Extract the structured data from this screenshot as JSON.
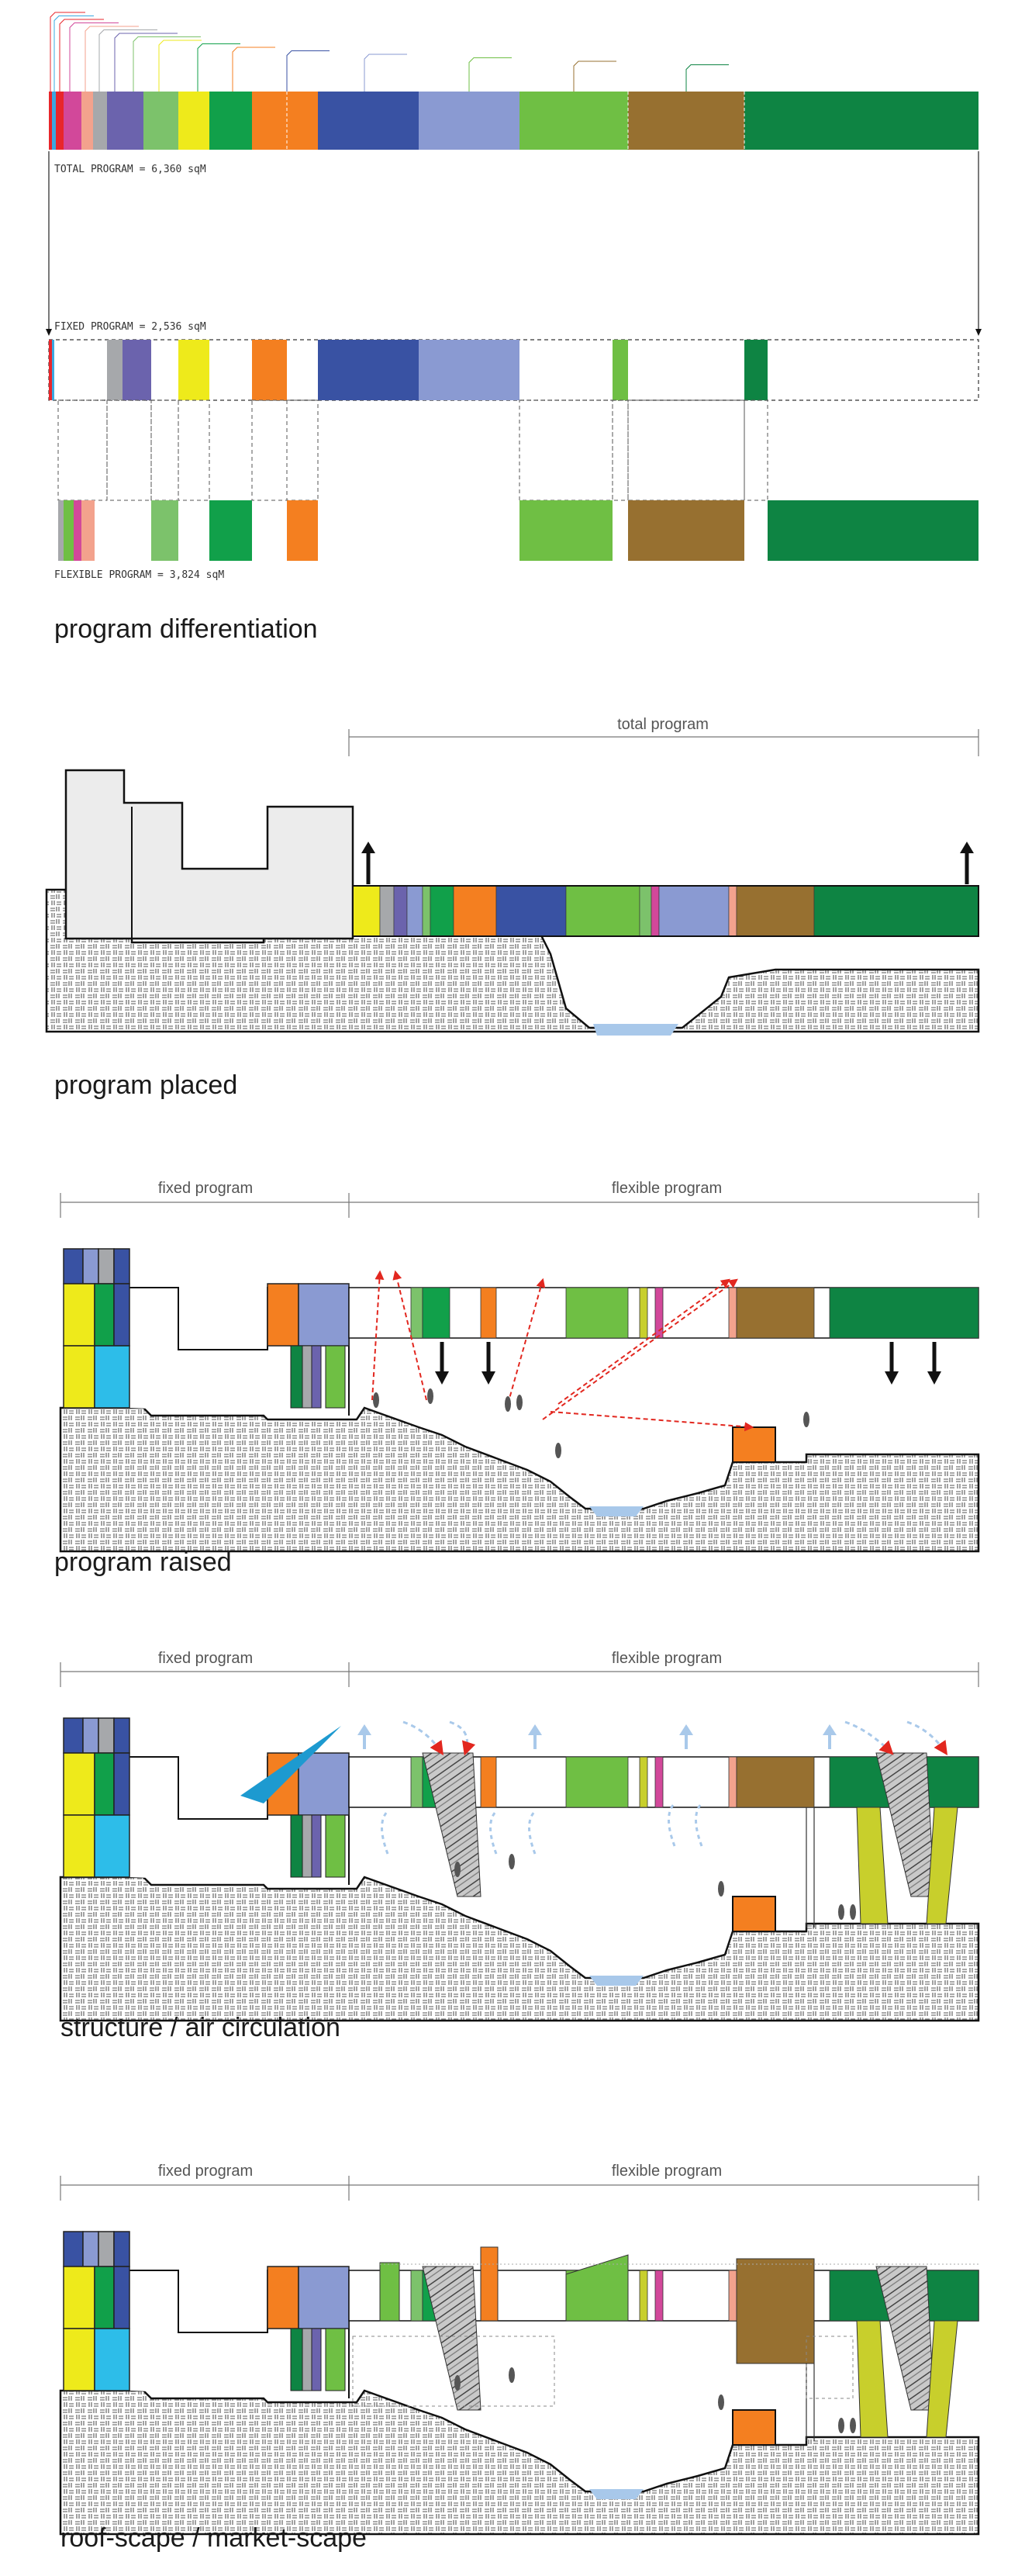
{
  "colors": {
    "red": "#e8262b",
    "blue_lt": "#3aa8e0",
    "magenta": "#d2489a",
    "salmon": "#f3a28d",
    "grey": "#a6a8ab",
    "violet": "#6b63ad",
    "lime": "#7cc26b",
    "yellow": "#eeea1b",
    "green": "#11a04a",
    "orange": "#f47f20",
    "navy": "#3952a3",
    "periwinkle": "#8a9ad2",
    "grass": "#6fbf44",
    "brown": "#977030",
    "forest": "#0e8443",
    "cyan": "#2dbde9",
    "olive": "#c8cf2c",
    "water": "#a8c8ea",
    "arrow_red": "#e2271f",
    "arrow_blue": "#a9c9ea"
  },
  "legend": {
    "labels": [
      "",
      "",
      "",
      "",
      "",
      "",
      "",
      "",
      "",
      "",
      "",
      "",
      "",
      ""
    ]
  },
  "panel1": {
    "total_label": "TOTAL PROGRAM = 6,360 sqM",
    "fixed_label": "FIXED PROGRAM = 2,536 sqM",
    "flexible_label": "FLEXIBLE PROGRAM = 3,824 sqM",
    "caption": "program differentiation"
  },
  "panel2": {
    "header_label": "total program",
    "caption": "program placed"
  },
  "panel3": {
    "fixed_label": "fixed program",
    "flexible_label": "flexible program",
    "caption": "program raised"
  },
  "panel4": {
    "fixed_label": "fixed program",
    "flexible_label": "flexible program",
    "caption": "structure / air circulation"
  },
  "panel5": {
    "fixed_label": "fixed program",
    "flexible_label": "flexible program",
    "caption": "roof-scape / market-scape"
  }
}
